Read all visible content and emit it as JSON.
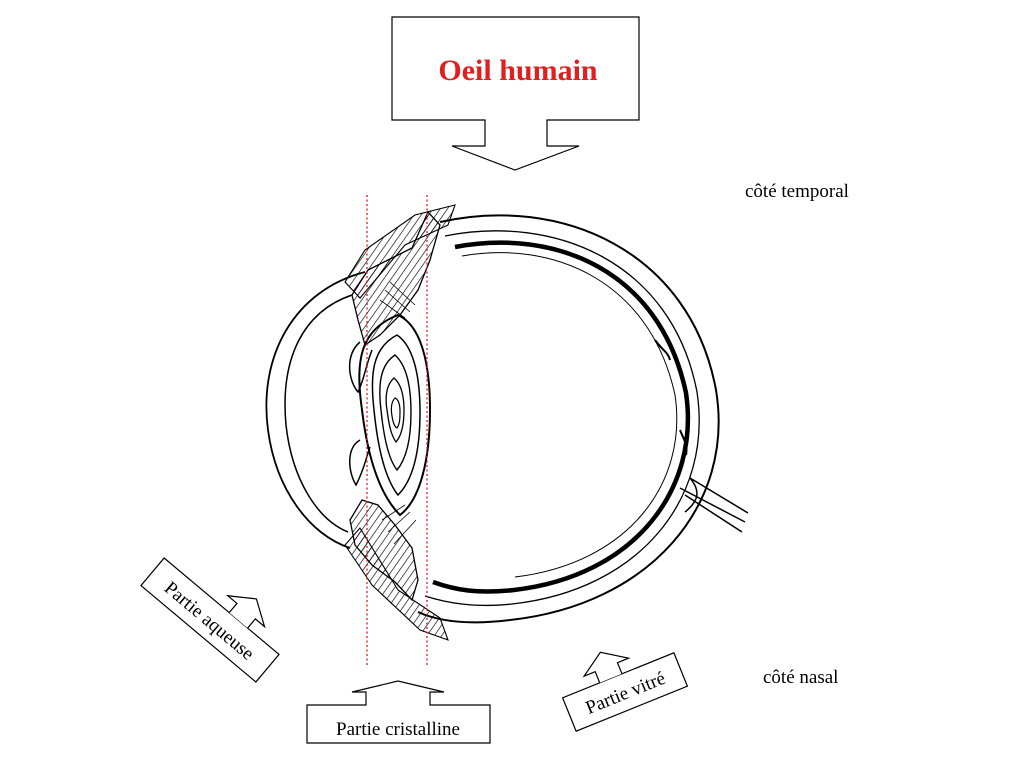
{
  "title": "Oeil humain",
  "labels": {
    "temporal": "côté temporal",
    "nasal": "côté nasal",
    "aqueous": "Partie aqueuse",
    "crystalline": "Partie cristalline",
    "vitreous": "Partie vitré"
  },
  "colors": {
    "title": "#e02020",
    "guide_lines": "#d02020",
    "ink": "#000000"
  }
}
